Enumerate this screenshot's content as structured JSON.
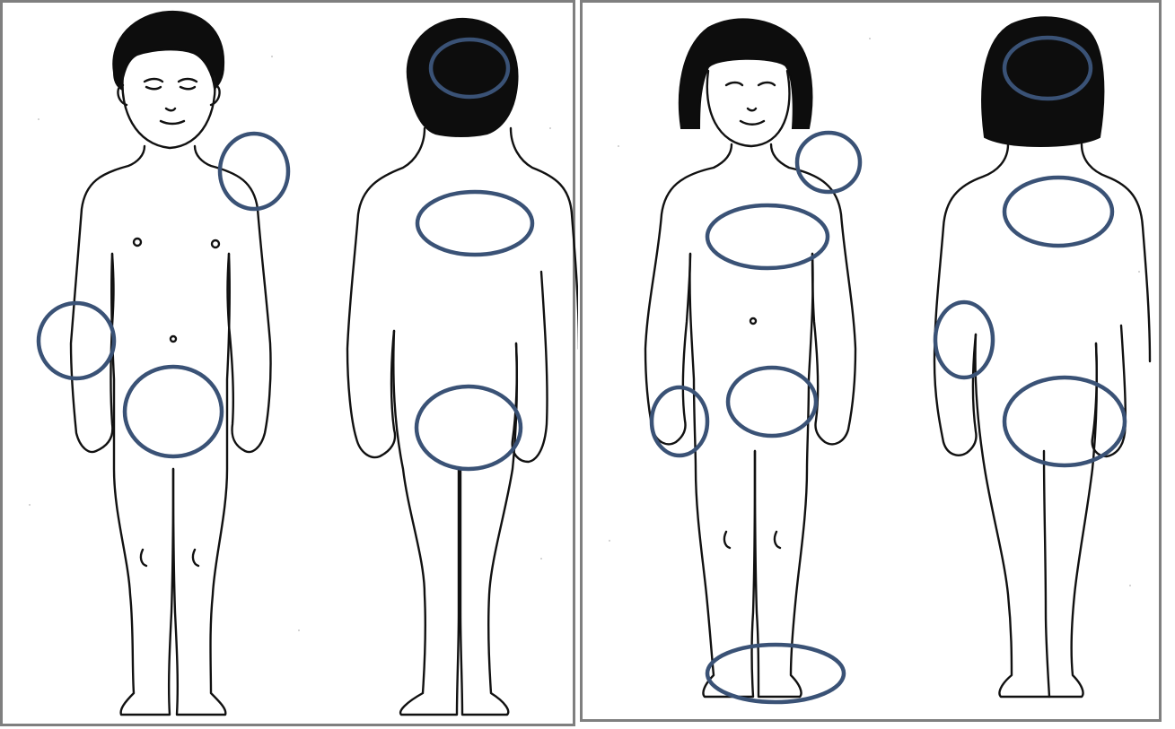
{
  "figure": {
    "panels": [
      {
        "subject": "boy",
        "views": [
          "front",
          "back"
        ]
      },
      {
        "subject": "girl",
        "views": [
          "front",
          "back"
        ]
      }
    ]
  },
  "colors": {
    "marker": "#3a5276",
    "outline": "#111111",
    "hair": "#0d0d0d",
    "frame": "#7f7f7f",
    "background": "#ffffff"
  },
  "icons": [
    "boy-front-figure",
    "boy-back-figure",
    "girl-front-figure",
    "girl-back-figure",
    "body-region-marker"
  ]
}
